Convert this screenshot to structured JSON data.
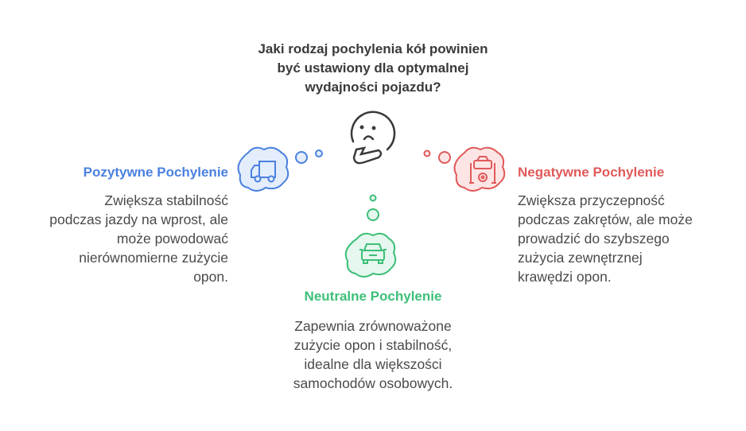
{
  "question": "Jaki rodzaj pochylenia kół powinien być ustawiony dla optymalnej wydajności pojazdu?",
  "question_lines": [
    "Jaki rodzaj pochylenia kół powinien",
    "być ustawiony dla optymalnej",
    "wydajności pojazdu?"
  ],
  "options": [
    {
      "title": "Pozytywne Pochylenie",
      "color": "#4a80e0",
      "icon": "truck-icon",
      "lines": [
        "Zwiększa stabilność",
        "podczas jazdy na wprost, ale",
        "może powodować",
        "nierównomierne zużycie",
        "opon."
      ]
    },
    {
      "title": "Negatywne Pochylenie",
      "color": "#e05a5a",
      "icon": "car-lift-gear-icon",
      "lines": [
        "Zwiększa przyczepność",
        "podczas zakrętów, ale może",
        "prowadzić do szybszego",
        "zużycia zewnętrznej",
        "krawędzi opon."
      ]
    },
    {
      "title": "Neutralne Pochylenie",
      "color": "#3cbf78",
      "icon": "car-front-icon",
      "lines": [
        "Zapewnia zrównoważone",
        "zużycie opon i stabilność,",
        "idealne dla większości",
        "samochodów osobowych."
      ]
    }
  ]
}
